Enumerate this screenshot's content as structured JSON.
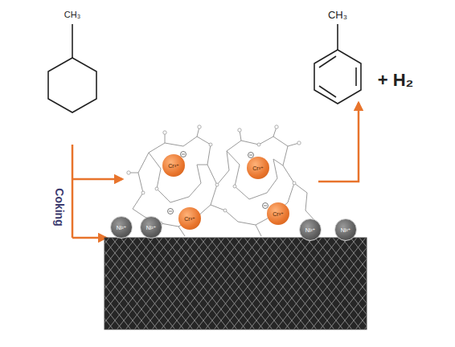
{
  "diagram": {
    "nodes": [
      {
        "text": [
          "Cr³⁺"
        ]
      },
      {
        "text": [
          "Cr³⁺"
        ]
      },
      {
        "text": [
          "Ni²⁺"
        ]
      },
      {
        "text": [
          "Ni²⁺"
        ]
      },
      {
        "text": [
          "Cr³⁺"
        ]
      },
      {
        "text": [
          "Cr³⁺"
        ]
      },
      {
        "text": [
          "Ni²⁺"
        ]
      },
      {
        "text": [
          "Ni²⁺"
        ]
      }
    ],
    "labels": [
      "CH₃",
      "CH₃",
      "+ H₂",
      "Coking"
    ]
  }
}
